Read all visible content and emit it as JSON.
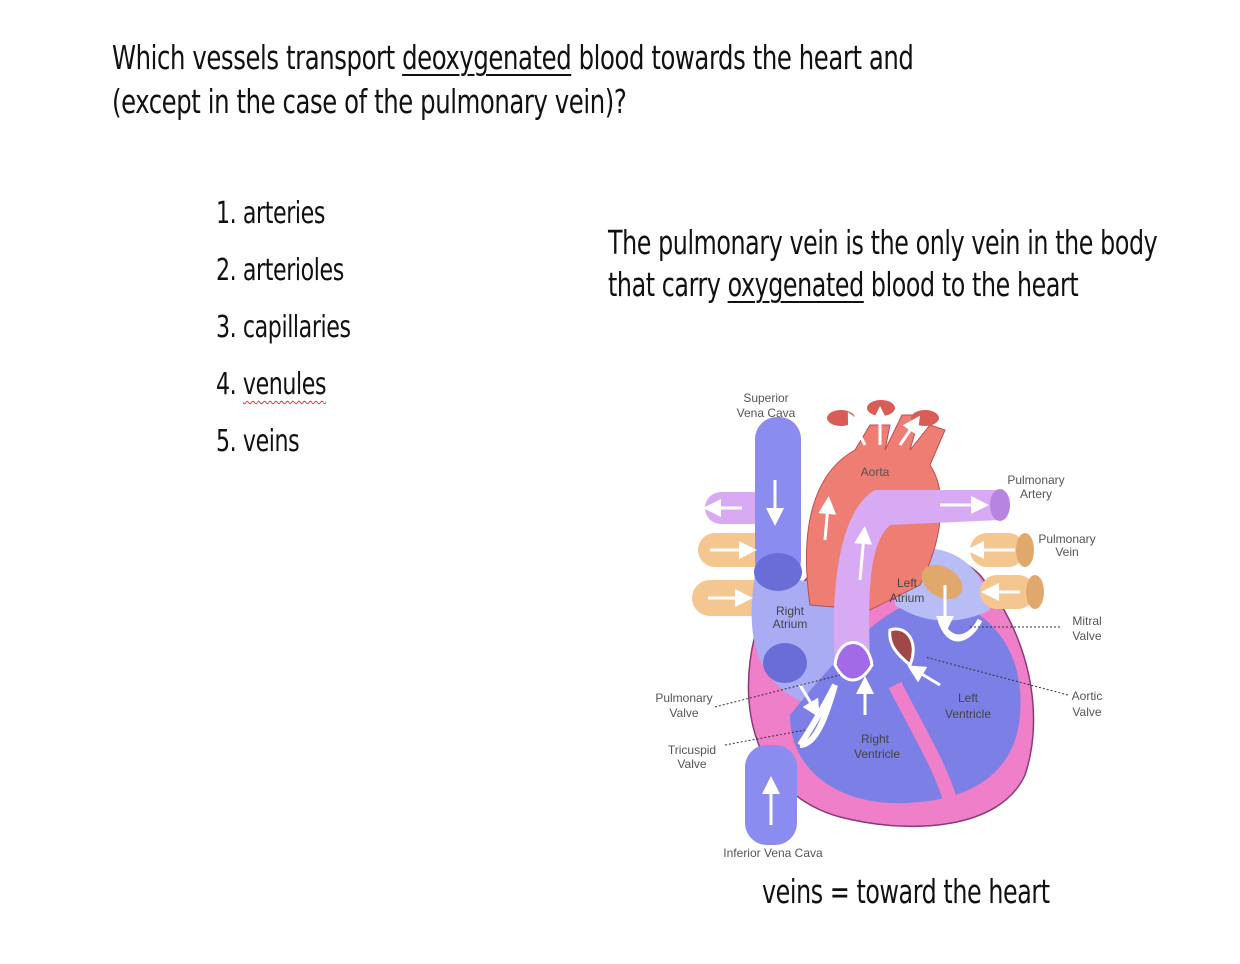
{
  "question": {
    "line1_pre": "Which vessels transport ",
    "line1_underlined": "deoxygenated",
    "line1_post": " blood towards the heart and",
    "line2": "(except in the case of the pulmonary vein)?"
  },
  "choices": [
    "1. arteries",
    "2. arterioles",
    "3. capillaries",
    "4. ",
    "5. veins"
  ],
  "choice4_word": "venules",
  "note": {
    "line1": "The pulmonary vein is the only vein in the body",
    "line2_pre": "that carry ",
    "line2_underlined": "oxygenated",
    "line2_post": " blood to the heart"
  },
  "diagram": {
    "labels": {
      "superior_vena_cava_1": "Superior",
      "superior_vena_cava_2": "Vena Cava",
      "aorta": "Aorta",
      "pulmonary_artery_1": "Pulmonary",
      "pulmonary_artery_2": "Artery",
      "pulmonary_vein_1": "Pulmonary",
      "pulmonary_vein_2": "Vein",
      "left_atrium_1": "Left",
      "left_atrium_2": "Atrium",
      "right_atrium_1": "Right",
      "right_atrium_2": "Atrium",
      "mitral_valve_1": "Mitral",
      "mitral_valve_2": "Valve",
      "pulmonary_valve_1": "Pulmonary",
      "pulmonary_valve_2": "Valve",
      "aortic_valve_1": "Aortic",
      "aortic_valve_2": "Valve",
      "left_ventricle_1": "Left",
      "left_ventricle_2": "Ventricle",
      "tricuspid_valve_1": "Tricuspid",
      "tricuspid_valve_2": "Valve",
      "right_ventricle_1": "Right",
      "right_ventricle_2": "Ventricle",
      "inferior_vena_cava": "Inferior Vena Cava"
    },
    "colors": {
      "deoxygenated": "#8a8cf0",
      "oxygenated": "#ee7d73",
      "pulmonary_artery": "#d9aaf4",
      "pulmonary_vein": "#f4c690",
      "wall": "#ee7fc8",
      "ventricle_inner": "#7c7fe6",
      "atrium_left": "#b9bdf5"
    }
  },
  "caption": "veins = toward the heart"
}
